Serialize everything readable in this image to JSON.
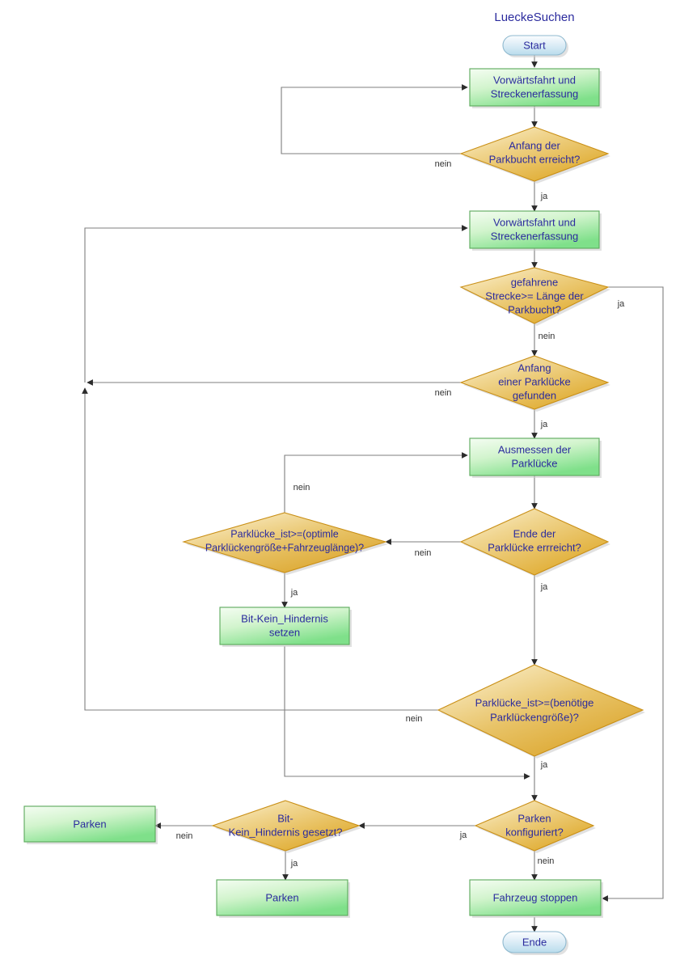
{
  "diagram": {
    "title": "LueckeSuchen",
    "colors": {
      "process_fill_light": "#f2fdf0",
      "process_fill_dark": "#7fe08a",
      "process_stroke": "#5aa85a",
      "decision_fill_light": "#fbf0cf",
      "decision_fill_dark": "#dda521",
      "decision_stroke": "#c98f16",
      "terminator_fill_light": "#f4fbfe",
      "terminator_fill_dark": "#b9dcec",
      "terminator_stroke": "#8fb9cf",
      "text": "#2b2b9e",
      "edge_label_text": "#333333",
      "connector": "#7f7f7f",
      "background": "#ffffff"
    },
    "nodes": [
      {
        "id": "start",
        "type": "terminator",
        "label": "Start"
      },
      {
        "id": "fwd1",
        "type": "process",
        "label_line1": "Vorwärtsfahrt und",
        "label_line2": "Streckenerfassung"
      },
      {
        "id": "d_anfang_bucht",
        "type": "decision",
        "label_line1": "Anfang der",
        "label_line2": "Parkbucht erreicht?"
      },
      {
        "id": "fwd2",
        "type": "process",
        "label_line1": "Vorwärtsfahrt und",
        "label_line2": "Streckenerfassung"
      },
      {
        "id": "d_strecke",
        "type": "decision",
        "label_line1": "gefahrene",
        "label_line2": "Strecke>= Länge der",
        "label_line3": "Parkbucht?"
      },
      {
        "id": "d_anfang_luecke",
        "type": "decision",
        "label_line1": "Anfang",
        "label_line2": "einer Parklücke",
        "label_line3": "gefunden"
      },
      {
        "id": "ausmessen",
        "type": "process",
        "label_line1": "Ausmessen der",
        "label_line2": "Parklücke"
      },
      {
        "id": "d_ende_luecke",
        "type": "decision",
        "label_line1": "Ende der",
        "label_line2": "Parklücke errreicht?"
      },
      {
        "id": "d_optimal",
        "type": "decision",
        "label_line1": "Parklücke_ist>=(optimle",
        "label_line2": "Parklückengröße+Fahrzeuglänge)?"
      },
      {
        "id": "bit_setzen",
        "type": "process",
        "label_line1": "Bit-Kein_Hindernis",
        "label_line2": "setzen"
      },
      {
        "id": "d_benoetigt",
        "type": "decision",
        "label_line1": "Parklücke_ist>=(benötige",
        "label_line2": "Parklückengröße)?"
      },
      {
        "id": "d_parken_konf",
        "type": "decision",
        "label_line1": "Parken",
        "label_line2": "konfiguriert?"
      },
      {
        "id": "d_bit_gesetzt",
        "type": "decision",
        "label_line1": "Bit-",
        "label_line2": "Kein_Hindernis gesetzt?"
      },
      {
        "id": "parken_left",
        "type": "process",
        "label_line1": "Parken"
      },
      {
        "id": "parken_bottom",
        "type": "process",
        "label_line1": "Parken"
      },
      {
        "id": "fahrzeug_stoppen",
        "type": "process",
        "label_line1": "Fahrzeug stoppen"
      },
      {
        "id": "ende",
        "type": "terminator",
        "label": "Ende"
      }
    ],
    "edges": [
      {
        "from": "start",
        "to": "fwd1",
        "label": ""
      },
      {
        "from": "fwd1",
        "to": "d_anfang_bucht",
        "label": ""
      },
      {
        "from": "d_anfang_bucht",
        "to": "fwd1",
        "label": "nein"
      },
      {
        "from": "d_anfang_bucht",
        "to": "fwd2",
        "label": "ja"
      },
      {
        "from": "fwd2",
        "to": "d_strecke",
        "label": ""
      },
      {
        "from": "d_strecke",
        "to": "fahrzeug_stoppen",
        "label": "ja"
      },
      {
        "from": "d_strecke",
        "to": "d_anfang_luecke",
        "label": "nein"
      },
      {
        "from": "d_anfang_luecke",
        "to": "fwd2",
        "label": "nein"
      },
      {
        "from": "d_anfang_luecke",
        "to": "ausmessen",
        "label": "ja"
      },
      {
        "from": "ausmessen",
        "to": "d_ende_luecke",
        "label": ""
      },
      {
        "from": "d_ende_luecke",
        "to": "d_optimal",
        "label": "nein"
      },
      {
        "from": "d_ende_luecke",
        "to": "d_benoetigt",
        "label": "ja"
      },
      {
        "from": "d_optimal",
        "to": "ausmessen",
        "label": "nein"
      },
      {
        "from": "d_optimal",
        "to": "bit_setzen",
        "label": "ja"
      },
      {
        "from": "bit_setzen",
        "to": "d_parken_konf",
        "label": ""
      },
      {
        "from": "d_benoetigt",
        "to": "fwd2",
        "label": "nein"
      },
      {
        "from": "d_benoetigt",
        "to": "d_parken_konf",
        "label": "ja"
      },
      {
        "from": "d_parken_konf",
        "to": "d_bit_gesetzt",
        "label": "ja"
      },
      {
        "from": "d_parken_konf",
        "to": "fahrzeug_stoppen",
        "label": "nein"
      },
      {
        "from": "d_bit_gesetzt",
        "to": "parken_left",
        "label": "nein"
      },
      {
        "from": "d_bit_gesetzt",
        "to": "parken_bottom",
        "label": "ja"
      },
      {
        "from": "fahrzeug_stoppen",
        "to": "ende",
        "label": ""
      }
    ],
    "edge_labels": {
      "l1_nein": "nein",
      "l2_ja": "ja",
      "l3_ja": "ja",
      "l4_nein": "nein",
      "l5_nein": "nein",
      "l6_ja": "ja",
      "l7_nein": "nein",
      "l8_ja": "ja",
      "l9_nein": "nein",
      "l10_ja": "ja",
      "l11_nein": "nein",
      "l12_ja": "ja",
      "l13_ja": "ja",
      "l14_nein": "nein",
      "l15_nein": "nein",
      "l16_ja": "ja"
    }
  }
}
